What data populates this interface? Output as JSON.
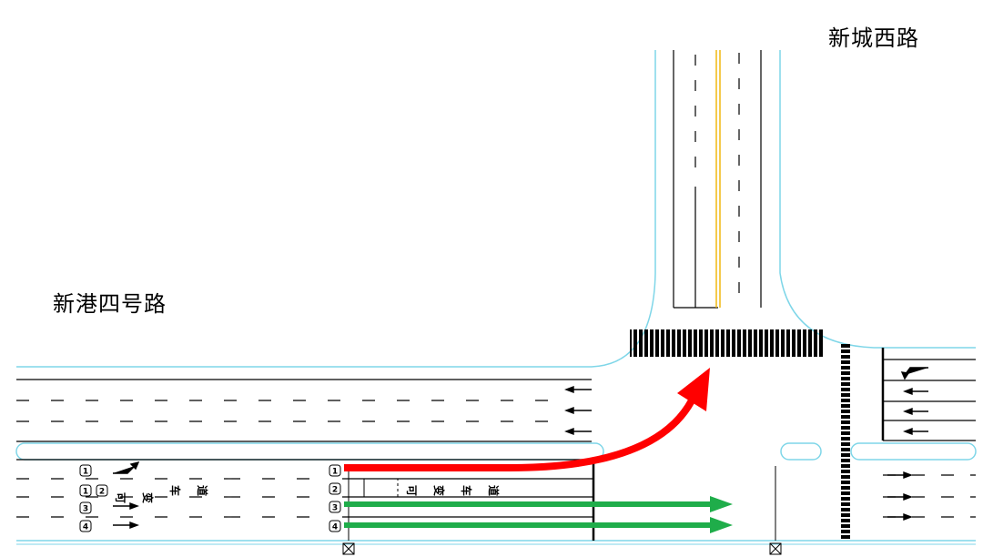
{
  "roads": {
    "cross_street": "新城西路",
    "main_street": "新港四号路"
  },
  "variable_lane_text": [
    "可",
    "变",
    "车",
    "道"
  ],
  "lane_numbers": [
    "1",
    "2",
    "3",
    "4"
  ],
  "colors": {
    "curb": "#7fd6e8",
    "center_line": "#f0b400",
    "left_turn_arrow": "#ff0000",
    "through_arrow": "#1fad4a",
    "marking": "#000000"
  },
  "arrows": [
    {
      "name": "left-turn-arrow",
      "color": "red",
      "lane": "1",
      "movement": "left turn"
    },
    {
      "name": "through-arrow",
      "color": "green",
      "lane": "3",
      "movement": "through"
    },
    {
      "name": "through-arrow",
      "color": "green",
      "lane": "4",
      "movement": "through"
    }
  ]
}
